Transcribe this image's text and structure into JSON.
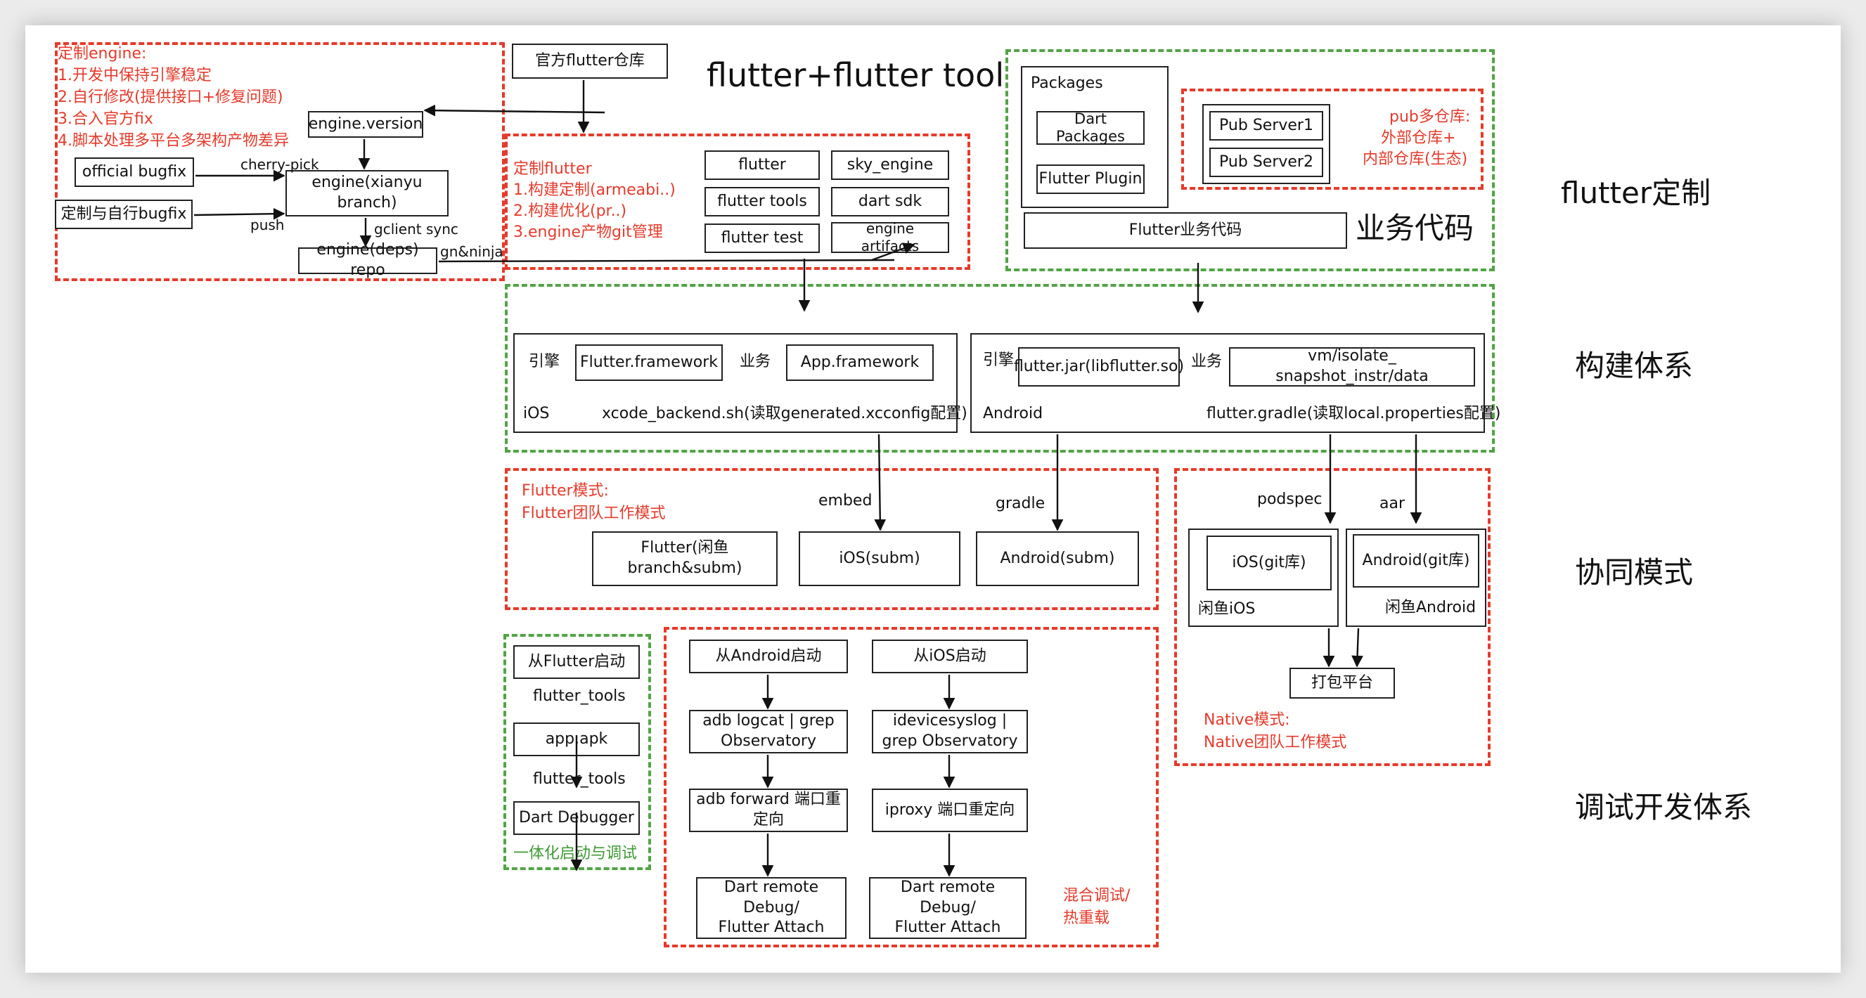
{
  "title": "flutter+flutter tool",
  "side_labels": {
    "customize": "flutter定制",
    "business_code": "业务代码",
    "build": "构建体系",
    "collab": "协同模式",
    "debug": "调试开发体系"
  },
  "engine": {
    "notes": [
      "定制engine:",
      "1.开发中保持引擎稳定",
      "2.自行修改(提供接口+修复问题)",
      "3.合入官方fix",
      "4.脚本处理多平台多架构产物差异"
    ],
    "version_box": "engine.version",
    "official_bugfix": "official bugfix",
    "custom_bugfix": "定制与自行bugfix",
    "branch_box": "engine(xianyu branch)",
    "deps_box": "engine(deps) repo",
    "cherry_pick": "cherry-pick",
    "push": "push",
    "gclient": "gclient sync",
    "gn_ninja": "gn&ninja"
  },
  "flutter_repo": {
    "official_box": "官方flutter仓库",
    "notes": [
      "定制flutter",
      "1.构建定制(armeabi..)",
      "2.构建优化(pr..)",
      "3.engine产物git管理"
    ],
    "items": [
      "flutter",
      "sky_engine",
      "flutter tools",
      "dart sdk",
      "flutter test",
      "engine\nartifacts"
    ]
  },
  "packages": {
    "title": "Packages",
    "dart_packages": "Dart\nPackages",
    "flutter_plugin": "Flutter Plugin",
    "pub1": "Pub Server1",
    "pub2": "Pub Server2",
    "pub_notes": [
      "pub多仓库:",
      "外部仓库+",
      "内部仓库(生态)"
    ],
    "business_box": "Flutter业务代码"
  },
  "build": {
    "ios": {
      "engine_label": "引擎",
      "framework": "Flutter.framework",
      "biz_label": "业务",
      "app_framework": "App.framework",
      "platform": "iOS",
      "script": "xcode_backend.sh(读取generated.xcconfig配置)"
    },
    "android": {
      "engine_label": "引擎",
      "jar": "flutter.jar(libflutter.so)",
      "biz_label": "业务",
      "snapshot": "vm/isolate_ snapshot_instr/data",
      "platform": "Android",
      "script": "flutter.gradle(读取local.properties配置)"
    }
  },
  "collab": {
    "flutter_mode": [
      "Flutter模式:",
      "Flutter团队工作模式"
    ],
    "embed": "embed",
    "gradle": "gradle",
    "flutter_box": "Flutter(闲鱼\nbranch&subm)",
    "ios_subm": "iOS(subm)",
    "android_subm": "Android(subm)",
    "podspec": "podspec",
    "aar": "aar",
    "ios_git": "iOS(git库)",
    "xianyu_ios": "闲鱼iOS",
    "android_git": "Android(git库)",
    "xianyu_android": "闲鱼Android",
    "pack": "打包平台",
    "native_mode": [
      "Native模式:",
      "Native团队工作模式"
    ]
  },
  "debug": {
    "start_flutter": "从Flutter启动",
    "flutter_tools_1": "flutter_tools",
    "app_apk": "app.apk",
    "flutter_tools_2": "flutter_tools",
    "dart_debugger": "Dart Debugger",
    "integrated": "一体化启动与调试",
    "android_start": "从Android启动",
    "adb_logcat": "adb logcat | grep\nObservatory",
    "adb_forward": "adb forward 端口重\n定向",
    "dart_remote_a": "Dart remote\nDebug/\nFlutter Attach",
    "ios_start": "从iOS启动",
    "idevicesyslog": "idevicesyslog |\ngrep Observatory",
    "iproxy": "iproxy 端口重定向",
    "dart_remote_i": "Dart remote\nDebug/\nFlutter Attach",
    "hot_reload": [
      "混合调试/",
      "热重载"
    ]
  }
}
